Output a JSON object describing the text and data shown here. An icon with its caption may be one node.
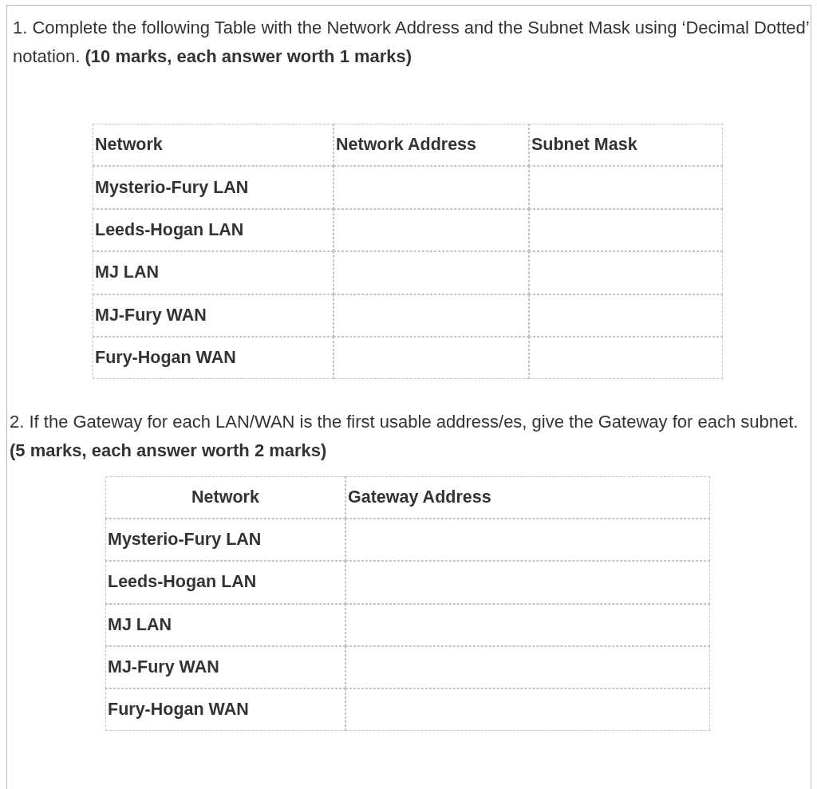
{
  "diagram": {
    "labels": [
      "1. Complete the following Table with the Network Address and the Subnet Mask using ‘Decimal Dotted’ notation. **(10 marks, each answer worth 1 marks)**",
      "Network",
      "Network Address",
      "Subnet Mask",
      "Mysterio-Fury LAN",
      "Leeds-Hogan LAN",
      "MJ LAN",
      "MJ-Fury WAN",
      "Fury-Hogan WAN",
      "2. If the Gateway for each LAN/WAN is the first usable address/es, give the Gateway for each subnet. **(5 marks, each answer worth 2 marks)**",
      "Network",
      "Gateway Address",
      "Mysterio-Fury LAN",
      "Leeds-Hogan LAN",
      "MJ LAN",
      "MJ-Fury WAN",
      "Fury-Hogan WAN"
    ]
  }
}
